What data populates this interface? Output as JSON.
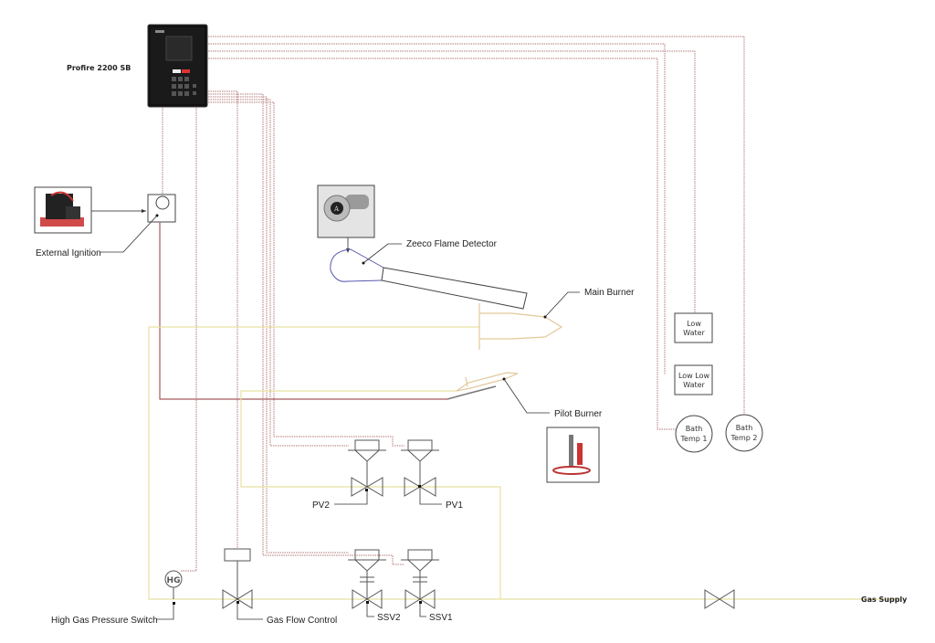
{
  "controller": {
    "name": "Profire 2200 SB",
    "buttons": [
      "",
      ""
    ]
  },
  "ignition": {
    "label": "External Ignition"
  },
  "flame_detector": {
    "label": "Zeeco Flame Detector"
  },
  "main_burner": {
    "label": "Main Burner"
  },
  "pilot_burner": {
    "label": "Pilot Burner"
  },
  "sensors": {
    "low_water": [
      "Low",
      "Water"
    ],
    "low_low_water": [
      "Low Low",
      "Water"
    ],
    "bath_temp_1": [
      "Bath",
      "Temp 1"
    ],
    "bath_temp_2": [
      "Bath",
      "Temp 2"
    ]
  },
  "valves": {
    "pv2": "PV2",
    "pv1": "PV1",
    "ssv2": "SSV2",
    "ssv1": "SSV1",
    "gas_flow_control": "Gas Flow Control"
  },
  "hg_switch": {
    "symbol": "HG",
    "label": "High Gas Pressure Switch"
  },
  "gas_supply": {
    "label": "Gas Supply"
  },
  "colors": {
    "wiring": "#b57a7a",
    "gas_line": "#e8e0a0",
    "ignition_wire": "#a85a5a",
    "detector_outline": "#5a5ab0"
  }
}
